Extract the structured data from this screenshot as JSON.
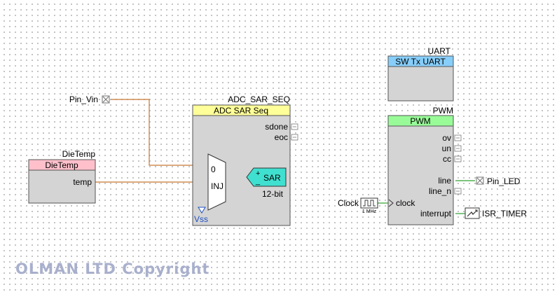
{
  "colors": {
    "adc_header": "#ffff99",
    "uart_header": "#87cefa",
    "pwm_header": "#98fb98",
    "dietemp_header": "#ffc0cb",
    "sar_fill": "#40e0d0",
    "block_body": "#d4d4d4",
    "wire_orange": "#c87830",
    "wire_blue": "#2050c0",
    "wire_green": "#30a030"
  },
  "adc": {
    "instance": "ADC_SAR_SEQ",
    "title": "ADC SAR Seq",
    "sdone": "sdone",
    "eoc": "eoc",
    "mux_in0": "0",
    "mux_inj": "INJ",
    "sar": "SAR",
    "plus": "+",
    "minus": "_",
    "bits": "12-bit",
    "vss": "Vss"
  },
  "uart": {
    "instance": "UART",
    "title": "SW Tx UART"
  },
  "pwm": {
    "instance": "PWM",
    "title": "PWM",
    "ov": "ov",
    "un": "un",
    "cc": "cc",
    "line": "line",
    "line_n": "line_n",
    "clock": "clock",
    "interrupt": "interrupt"
  },
  "dietemp": {
    "instance": "DieTemp",
    "title": "DieTemp",
    "temp": "temp"
  },
  "pins": {
    "pin_vin": "Pin_Vin",
    "pin_led": "Pin_LED"
  },
  "clock": {
    "label": "Clock",
    "freq": "1 MHz"
  },
  "isr": {
    "label": "ISR_TIMER"
  },
  "watermark": "OLMAN LTD Copyright"
}
